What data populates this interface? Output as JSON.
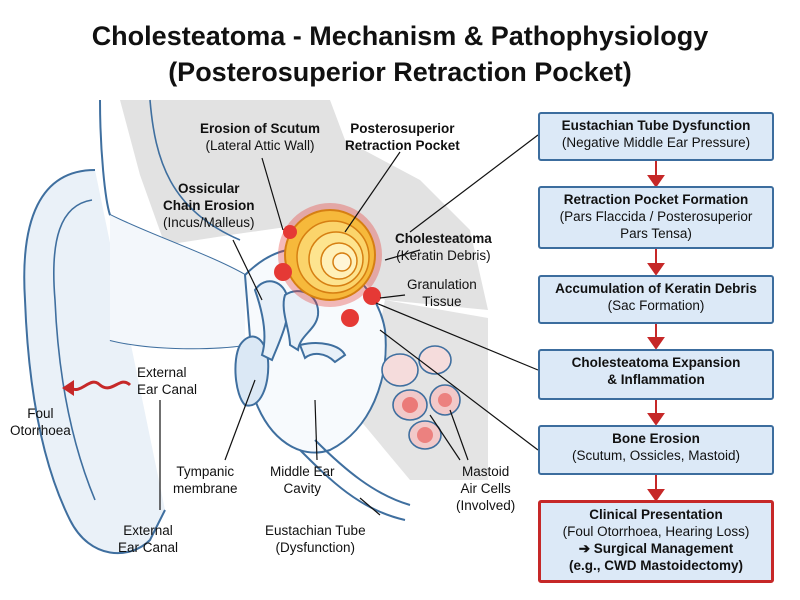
{
  "title": {
    "line1": "Cholesteatoma - Mechanism & Pathophysiology",
    "line2": "(Posterosuperior Retraction Pocket)"
  },
  "labels": {
    "erosion_scutum": {
      "title": "Erosion of Scutum",
      "sub": "(Lateral Attic Wall)"
    },
    "retraction_pocket": {
      "line1": "Posterosuperior",
      "line2": "Retraction Pocket"
    },
    "ossicular": {
      "line1": "Ossicular",
      "line2": "Chain Erosion",
      "sub": "(Incus/Malleus)"
    },
    "cholesteatoma": {
      "title": "Cholesteatoma",
      "sub": "(Keratin Debris)"
    },
    "granulation": {
      "line1": "Granulation",
      "line2": "Tissue"
    },
    "external_canal_upper": {
      "line1": "External",
      "line2": "Ear Canal"
    },
    "foul": {
      "line1": "Foul",
      "line2": "Otorrhoea"
    },
    "tympanic": {
      "line1": "Tympanic",
      "line2": "membrane"
    },
    "middle_ear": {
      "line1": "Middle Ear",
      "line2": "Cavity"
    },
    "mastoid": {
      "line1": "Mastoid",
      "line2": "Air Cells",
      "line3": "(Involved)"
    },
    "external_canal_lower": {
      "line1": "External",
      "line2": "Ear Canal"
    },
    "eustachian": {
      "line1": "Eustachian Tube",
      "line2": "(Dysfunction)"
    }
  },
  "flow": [
    {
      "title": "Eustachian Tube Dysfunction",
      "lines": [
        "(Negative Middle Ear Pressure)"
      ]
    },
    {
      "title": "Retraction Pocket Formation",
      "lines": [
        "(Pars Flaccida / Posterosuperior",
        "Pars Tensa)"
      ]
    },
    {
      "title": "Accumulation of Keratin Debris",
      "lines": [
        "(Sac Formation)"
      ]
    },
    {
      "title": "Cholesteatoma Expansion",
      "lines": [
        "& Inflammation"
      ]
    },
    {
      "title": "Bone Erosion",
      "lines": [
        "(Scutum, Ossicles, Mastoid)"
      ]
    },
    {
      "title": "Clinical Presentation",
      "lines": [
        "(Foul Otorrhoea, Hearing Loss)"
      ],
      "extra": [
        "➔ Surgical Management",
        "(e.g., CWD Mastoidectomy)"
      ]
    }
  ],
  "colors": {
    "outline": "#3f6f9f",
    "tissue": "#eaf1f8",
    "bone": "#e2e2e2",
    "box_fill": "#dce9f7",
    "box_border": "#3c6d9e",
    "arrow": "#c62828",
    "inflamed": "#e53935",
    "keratin": "#f6b93b"
  }
}
